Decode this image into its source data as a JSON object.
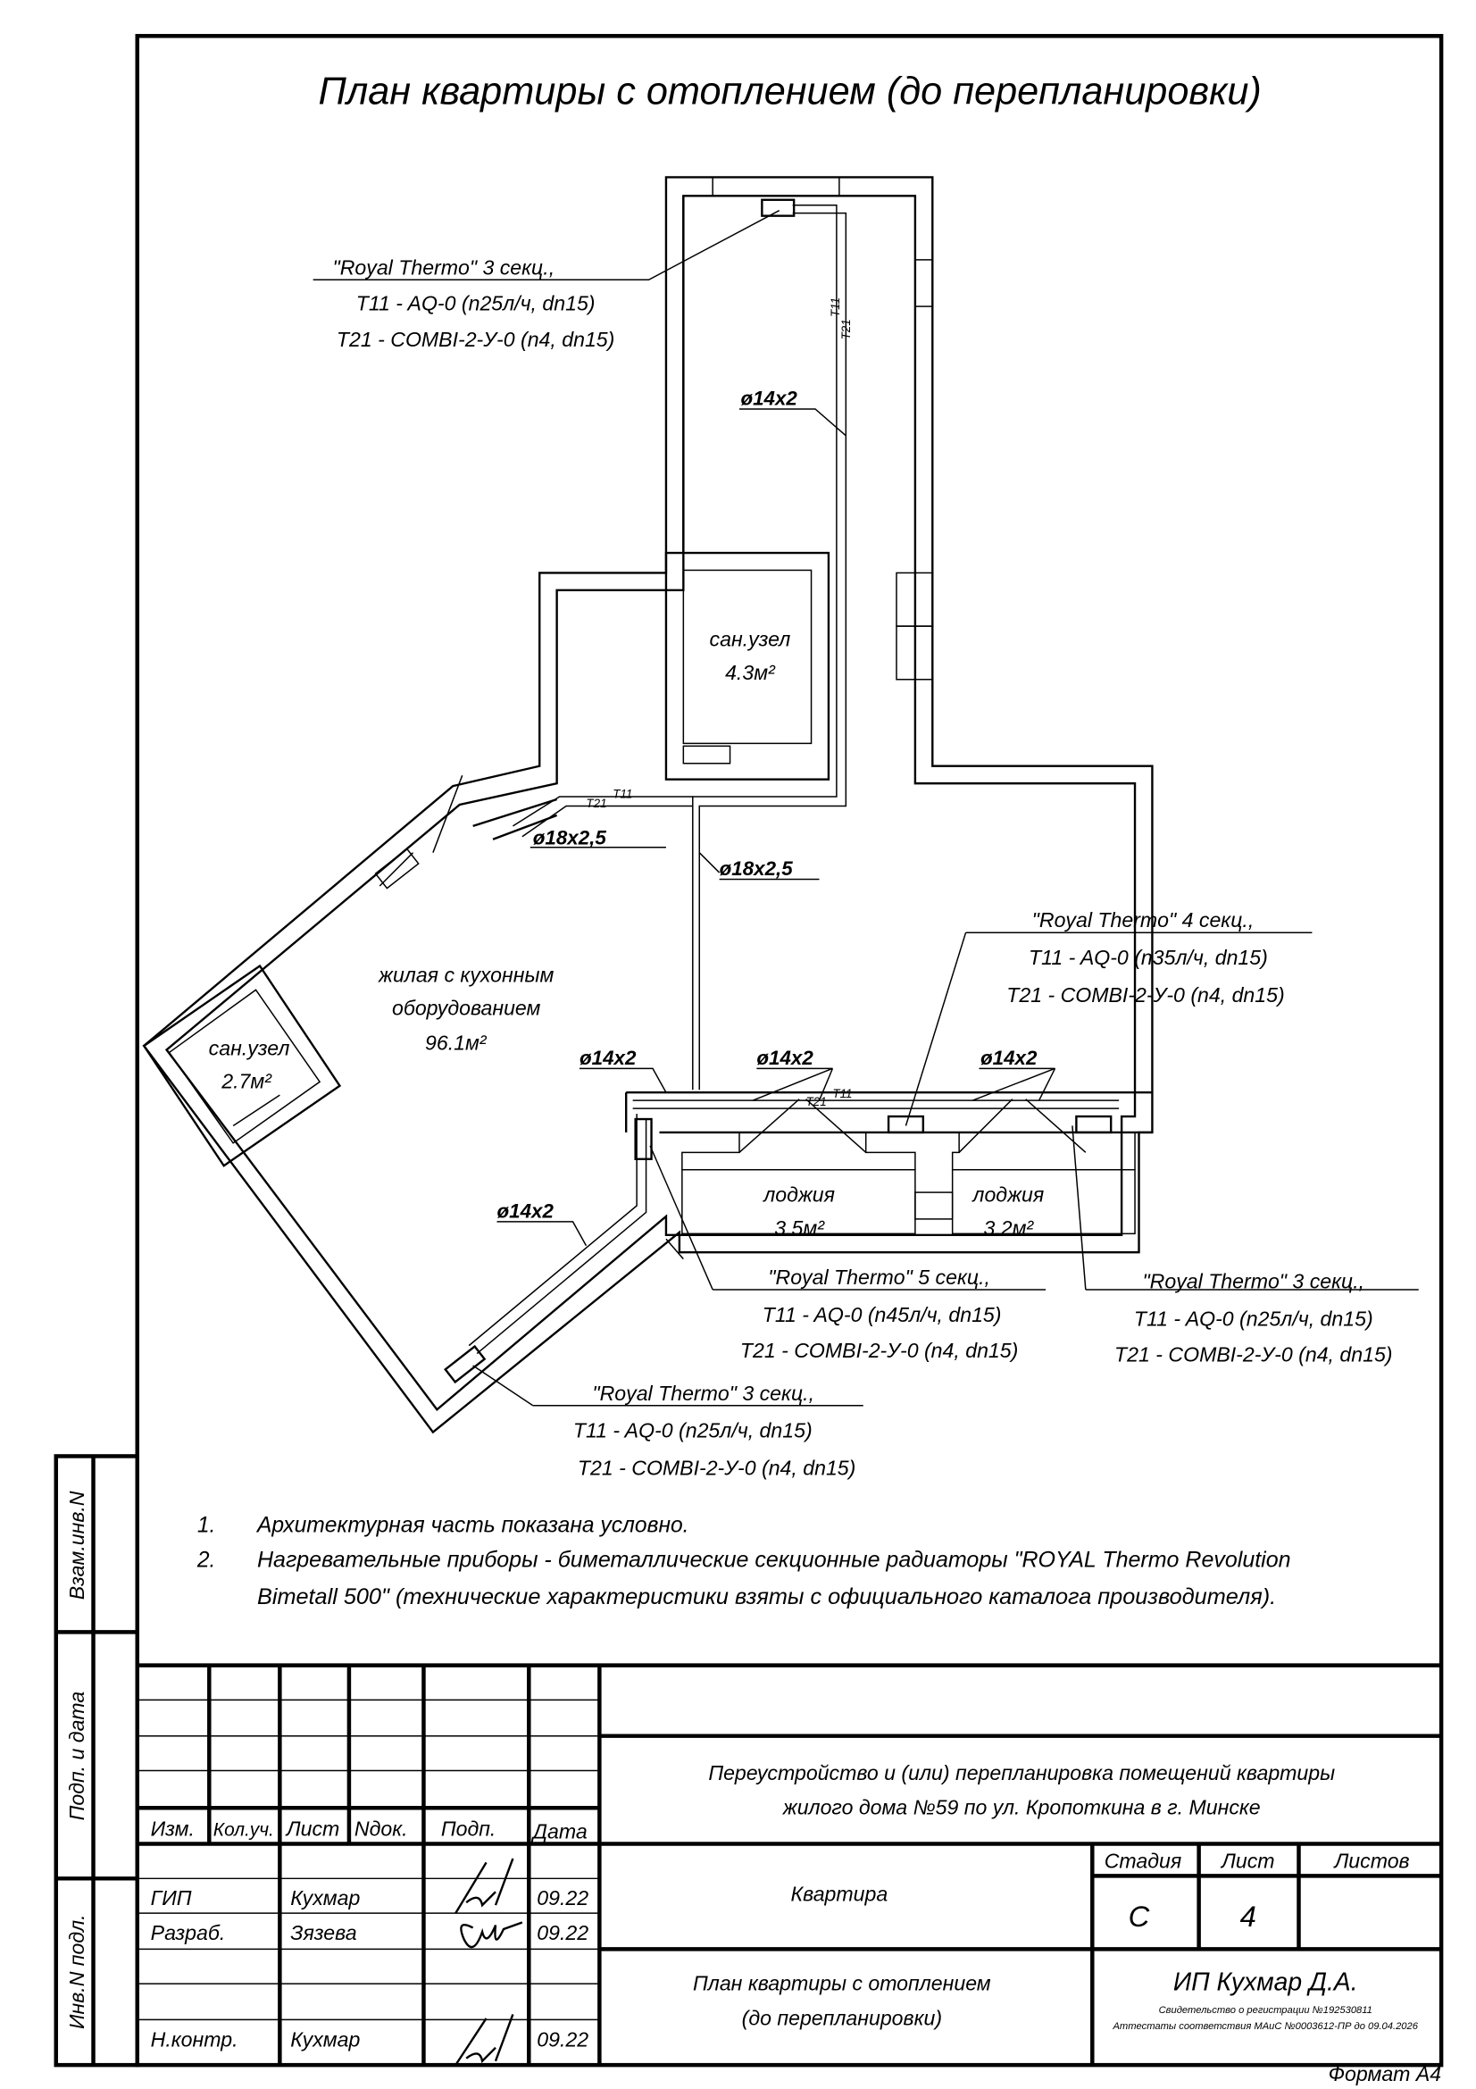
{
  "drawing": {
    "title": "План квартиры с отоплением (до перепланировки)",
    "rooms": {
      "bath_top": {
        "name": "сан.узел",
        "area": "4.3м²"
      },
      "living": {
        "name_line1": "жилая с кухонным",
        "name_line2": "оборудованием",
        "area": "96.1м²"
      },
      "bath_left": {
        "name": "сан.узел",
        "area": "2.7м²"
      },
      "loggia1": {
        "name": "лоджия",
        "area": "3.5м²"
      },
      "loggia2": {
        "name": "лоджия",
        "area": "3.2м²"
      }
    },
    "pipes": {
      "d14_top": "ø14x2",
      "d18_left": "ø18x2,5",
      "d18_mid": "ø18x2,5",
      "d14_a": "ø14x2",
      "d14_b": "ø14x2",
      "d14_c": "ø14x2",
      "d14_diag": "ø14x2",
      "t11": "T11",
      "t21": "T21"
    },
    "radiators": [
      {
        "model": "\"Royal Thermo\" 3 секц.,",
        "t11": "T11 - AQ-0 (n25л/ч, dn15)",
        "t21": "T21 - COMBI-2-У-0 (n4, dn15)"
      },
      {
        "model": "\"Royal Thermo\" 4 секц.,",
        "t11": "T11 - AQ-0 (n35л/ч, dn15)",
        "t21": "T21 - COMBI-2-У-0 (n4, dn15)"
      },
      {
        "model": "\"Royal Thermo\" 5 секц.,",
        "t11": "T11 - AQ-0 (n45л/ч, dn15)",
        "t21": "T21 - COMBI-2-У-0 (n4, dn15)"
      },
      {
        "model": "\"Royal Thermo\" 3 секц.,",
        "t11": "T11 - AQ-0 (n25л/ч, dn15)",
        "t21": "T21 - COMBI-2-У-0 (n4, dn15)"
      },
      {
        "model": "\"Royal Thermo\" 3 секц.,",
        "t11": "T11 - AQ-0 (n25л/ч, dn15)",
        "t21": "T21 - COMBI-2-У-0 (n4, dn15)"
      }
    ],
    "notes": [
      {
        "num": "1.",
        "text": "Архитектурная часть показана условно."
      },
      {
        "num": "2.",
        "text": "Нагревательные приборы - биметаллические секционные радиаторы \"ROYAL Thermo Revolution",
        "text2": "Bimetall 500\" (технические характеристики взяты с официального каталога производителя)."
      }
    ]
  },
  "side_strip": {
    "vzam": "Взам.инв.N",
    "podp": "Подп. и дата",
    "inv": "Инв.N подл."
  },
  "title_block": {
    "headers": [
      "Изм.",
      "Кол.уч.",
      "Лист",
      "Nдок.",
      "Подп.",
      "Дата"
    ],
    "rows": [
      {
        "role": "ГИП",
        "name": "Кухмар",
        "date": "09.22"
      },
      {
        "role": "Разраб.",
        "name": "Зязева",
        "date": "09.22"
      },
      {
        "role": "Н.контр.",
        "name": "Кухмар",
        "date": "09.22"
      }
    ],
    "project_line1": "Переустройство и (или) перепланировка помещений квартиры",
    "project_line2": "жилого дома №59 по ул. Кропоткина в г. Минске",
    "object": "Квартира",
    "stage_label": "Стадия",
    "sheet_label": "Лист",
    "sheets_label": "Листов",
    "stage": "С",
    "sheet": "4",
    "sheets": "",
    "sheet_title_line1": "План квартиры с отоплением",
    "sheet_title_line2": "(до перепланировки)",
    "company": "ИП Кухмар Д.А.",
    "certificate": "Свидетельство о регистрации №192530811",
    "attestation": "Аттестаты соответствия МАиС №0003612-ПР до 09.04.2026"
  },
  "format": "Формат А4"
}
